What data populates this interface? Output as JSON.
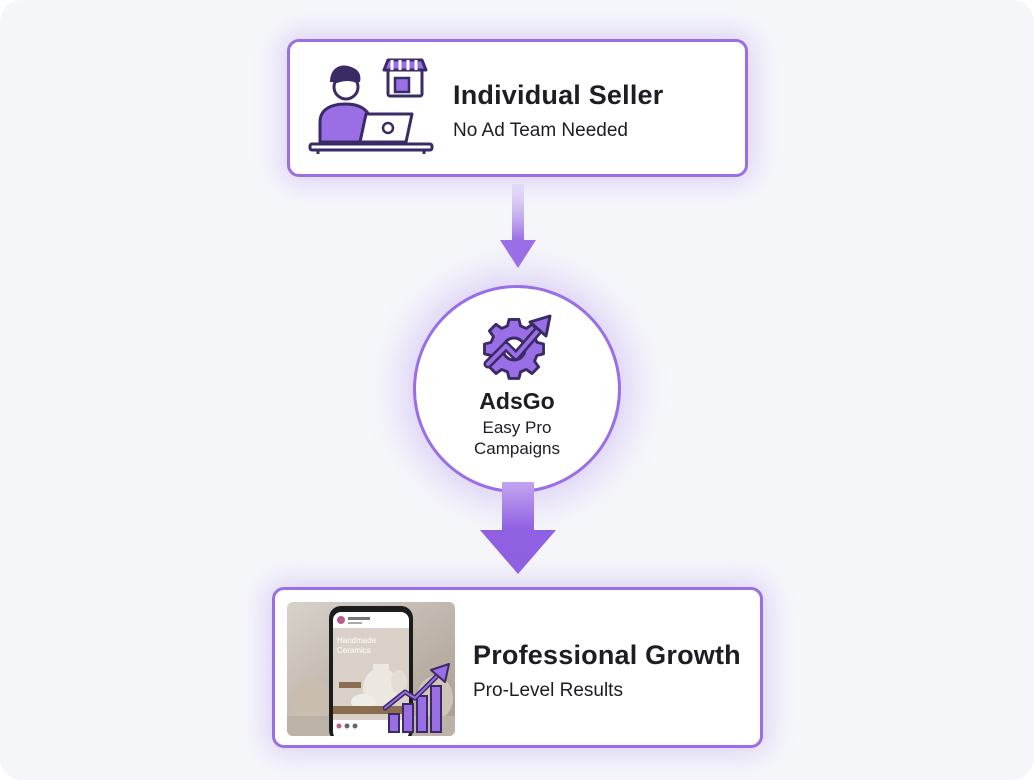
{
  "colors": {
    "accent": "#9a6fe6",
    "accent_dark": "#6b44c8",
    "background": "#f5f6fa"
  },
  "top_card": {
    "title": "Individual Seller",
    "subtitle": "No Ad Team Needed",
    "icon": "seller-at-laptop-icon",
    "shop_icon": "storefront-icon"
  },
  "middle_node": {
    "icon": "gear-growth-icon",
    "title": "AdsGo",
    "subtitle_line1": "Easy Pro",
    "subtitle_line2": "Campaigns"
  },
  "bottom_card": {
    "title": "Professional Growth",
    "subtitle": "Pro-Level Results",
    "image": {
      "post_headline_line1": "Handmade",
      "post_headline_line2": "Ceramics"
    },
    "chart_icon": "growth-bar-chart-icon"
  }
}
